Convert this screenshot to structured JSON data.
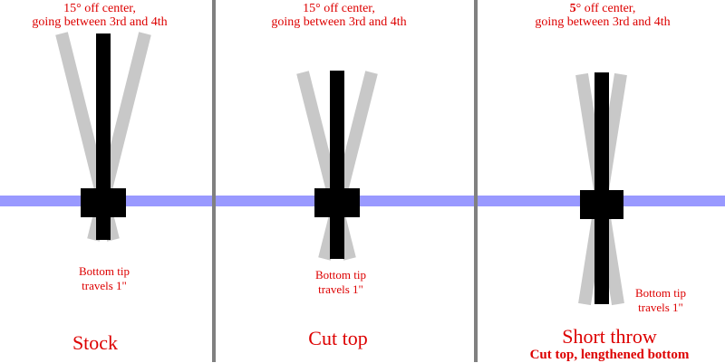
{
  "colors": {
    "background": "#ffffff",
    "divider": "#808080",
    "plane": "#9999ff",
    "shifter_throw": "#c8c8c8",
    "shifter": "#000000",
    "label_text": "#dd0000"
  },
  "panels": [
    {
      "angle_value": "15",
      "angle_unit": "° off center,",
      "angle_line2": "going between 3rd and 4th",
      "bottom_line1": "Bottom tip",
      "bottom_line2": "travels 1\"",
      "name": "Stock"
    },
    {
      "angle_value": "15",
      "angle_unit": "° off center,",
      "angle_line2": "going between 3rd and 4th",
      "bottom_line1": "Bottom tip",
      "bottom_line2": "travels 1\"",
      "name": "Cut top"
    },
    {
      "angle_value": "5",
      "angle_unit": "° off center,",
      "angle_line2": "going between 3rd and 4th",
      "bottom_line1": "Bottom tip",
      "bottom_line2": "travels 1\"",
      "name": "Short throw",
      "subname": "Cut top, lengthened bottom"
    }
  ]
}
